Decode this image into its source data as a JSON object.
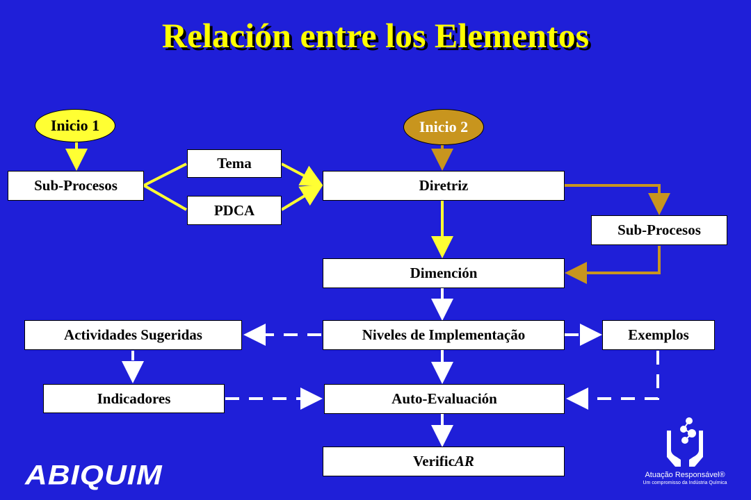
{
  "slide": {
    "title": "Relación entre los Elementos"
  },
  "colors": {
    "background": "#1f1fd8",
    "title": "#ffff00",
    "start1": "#ffff33",
    "start2": "#c8951e",
    "arrow_yellow": "#ffff33",
    "arrow_gold": "#c8951e",
    "arrow_white": "#ffffff"
  },
  "nodes": {
    "inicio1": "Inicio 1",
    "inicio2": "Inicio 2",
    "subprocesos_left": "Sub-Procesos",
    "tema": "Tema",
    "pdca": "PDCA",
    "diretriz": "Diretriz",
    "subprocesos_right": "Sub-Procesos",
    "dimencion": "Dimención",
    "actividades": "Actividades Sugeridas",
    "niveles": "Niveles de Implementação",
    "exemplos": "Exemplos",
    "indicadores": "Indicadores",
    "autoevaluacion": "Auto-Evaluación",
    "verificar_prefix": "Verific",
    "verificar_suffix": "AR"
  },
  "logos": {
    "abiquim": "ABIQUIM",
    "atuacao_name": "Atuação Responsável®",
    "atuacao_tagline": "Um compromisso da Indústria Química",
    "atuacao_icon": "hands-holding-molecule-icon"
  }
}
